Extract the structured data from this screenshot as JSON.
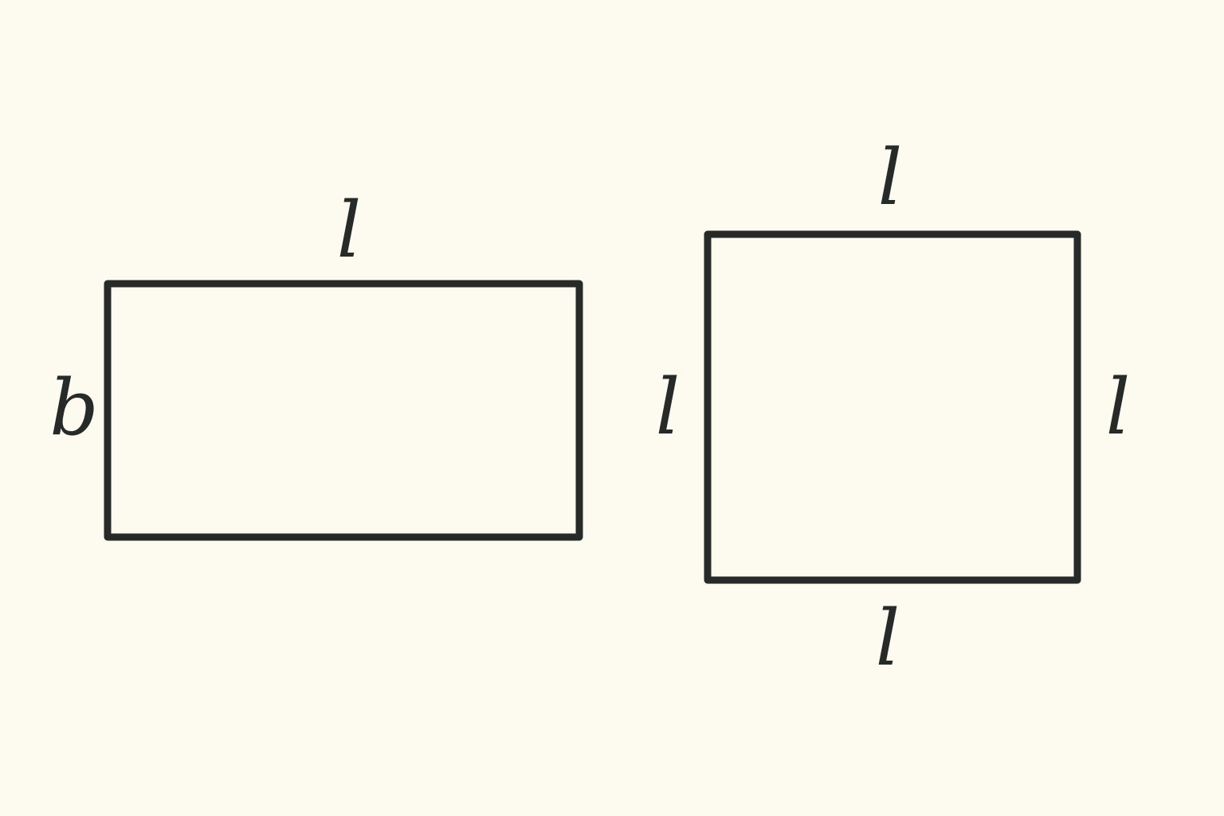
{
  "rectangle": {
    "top_label": "l",
    "left_label": "b"
  },
  "square": {
    "top_label": "l",
    "left_label": "l",
    "right_label": "l",
    "bottom_label": "l"
  },
  "colors": {
    "background": "#fdfaf0",
    "stroke": "#262a28"
  }
}
